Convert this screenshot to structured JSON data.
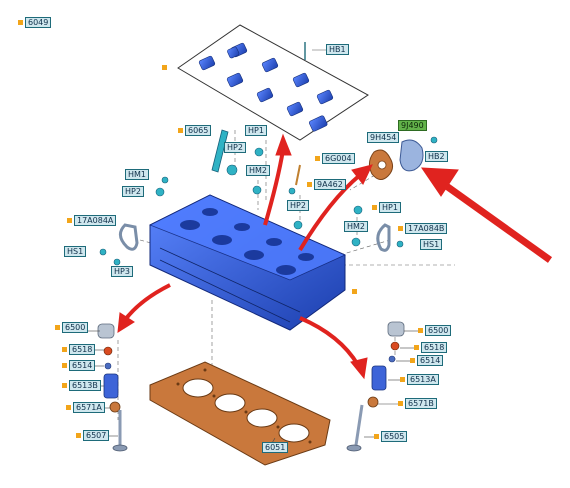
{
  "colors": {
    "label_fill": "#cfe7ee",
    "label_border": "#1e6b7a",
    "label_marker": "#f2a51a",
    "part_blue": "#2e5fe0",
    "arrow_red": "#e0231f",
    "gasket_copper": "#c9783c"
  },
  "labels": {
    "6049": "6049",
    "HB1": "HB1",
    "6065": "6065",
    "HP1_top": "HP1",
    "HP2_top": "HP2",
    "6G004": "6G004",
    "HM2_center": "HM2",
    "9A462": "9A462",
    "9H454": "9H454",
    "9J490": "9J490",
    "HB2": "HB2",
    "HM1": "HM1",
    "HP2_left": "HP2",
    "HP2_center": "HP2",
    "HP1_right": "HP1",
    "HM2_right": "HM2",
    "17A084A": "17A084A",
    "17A084B": "17A084B",
    "HS1_left": "HS1",
    "HS1_right": "HS1",
    "HP3": "HP3",
    "6500_left": "6500",
    "6518_left": "6518",
    "6514_left": "6514",
    "6513B": "6513B",
    "6571A": "6571A",
    "6507": "6507",
    "6500_right": "6500",
    "6518_right": "6518",
    "6514_right": "6514",
    "6513A": "6513A",
    "6571B": "6571B",
    "6505": "6505",
    "6051": "6051"
  }
}
